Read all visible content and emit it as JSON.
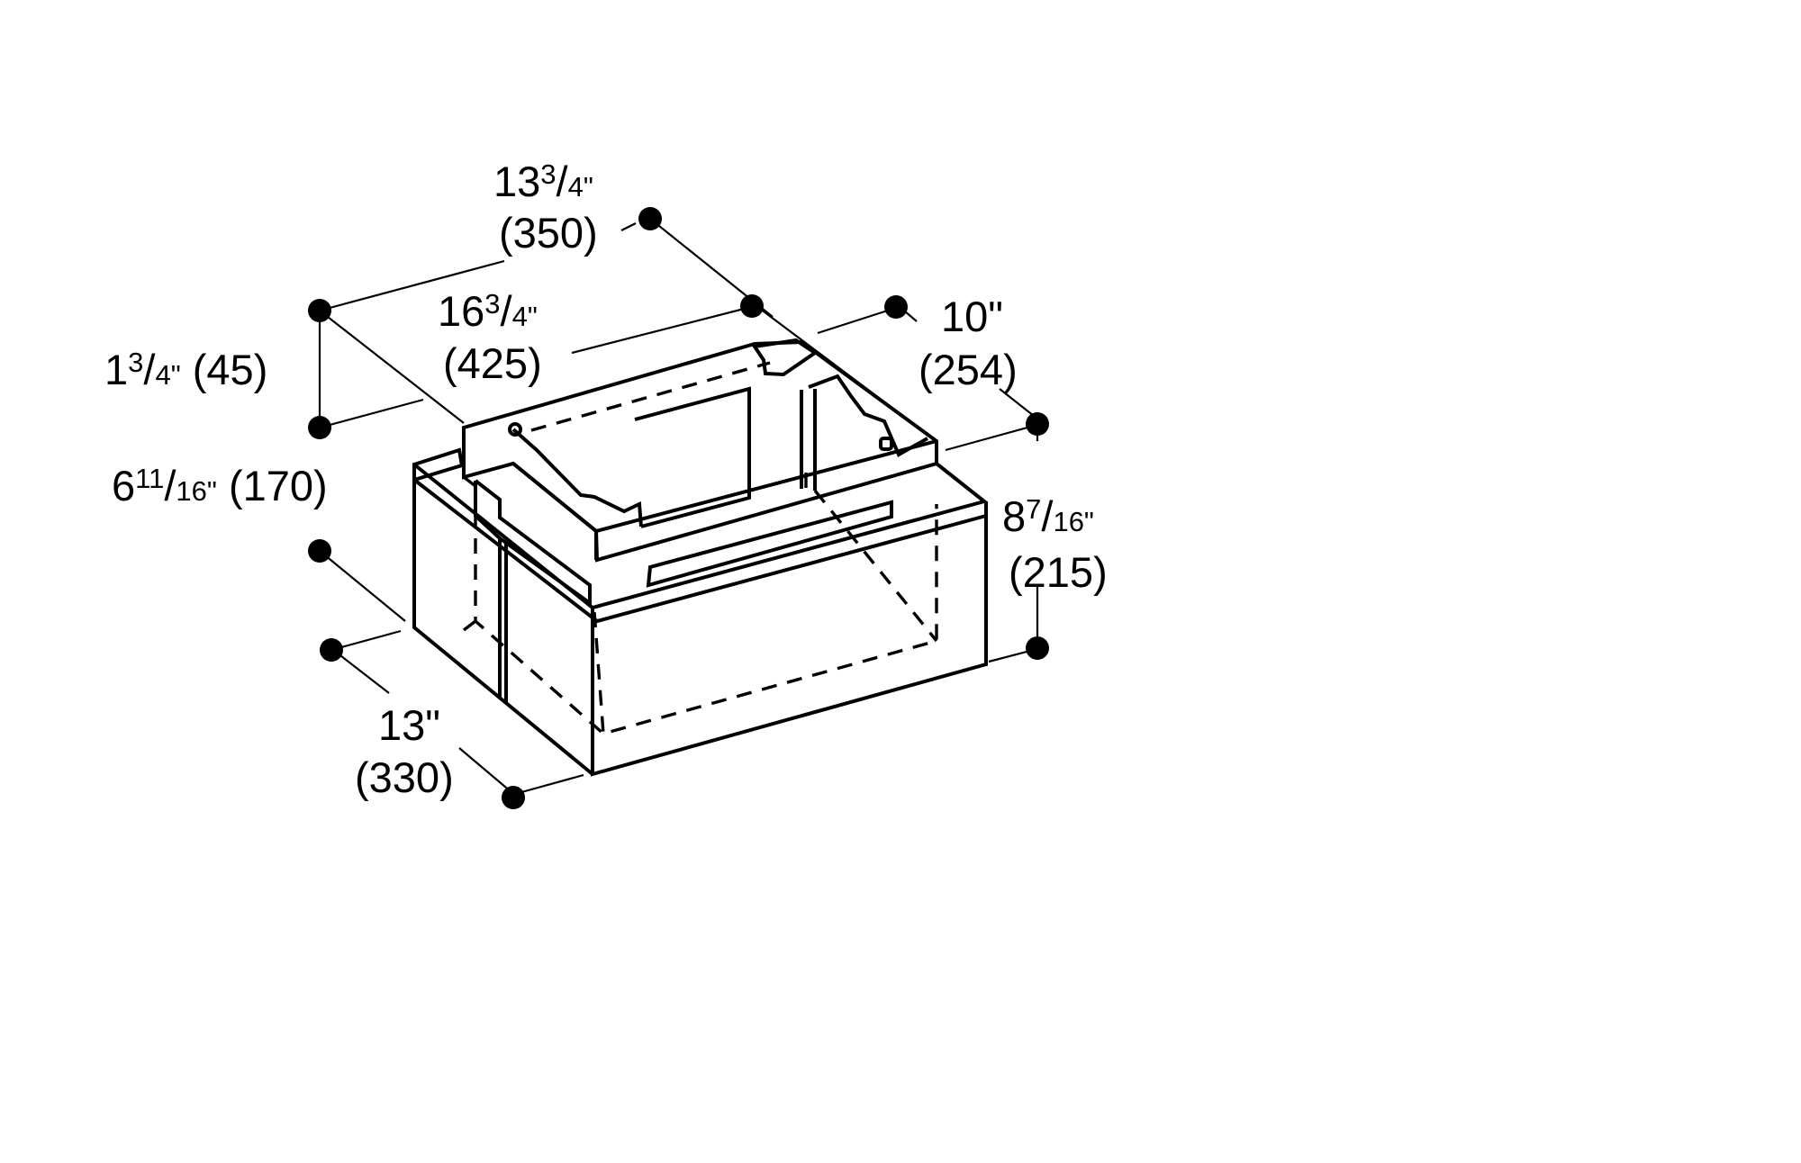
{
  "dimensions": {
    "depth_top": {
      "whole": "13",
      "num": "3",
      "den": "4\"",
      "metric": "(350)"
    },
    "width_top": {
      "whole": "16",
      "num": "3",
      "den": "4\"",
      "metric": "(425)"
    },
    "depth_right": {
      "imperial": "10\"",
      "metric": "(254)"
    },
    "flange_height": {
      "whole": "1",
      "num": "3",
      "den": "4\"",
      "metric": "(45)"
    },
    "box_height_left": {
      "whole": "6",
      "num": "11",
      "den": "16\"",
      "metric": "(170)"
    },
    "box_height_right": {
      "whole": "8",
      "num": "7",
      "den": "16\"",
      "metric": "(215)"
    },
    "depth_bottom": {
      "imperial": "13\"",
      "metric": "(330)"
    }
  },
  "colors": {
    "ink": "#000000",
    "background": "#ffffff"
  }
}
